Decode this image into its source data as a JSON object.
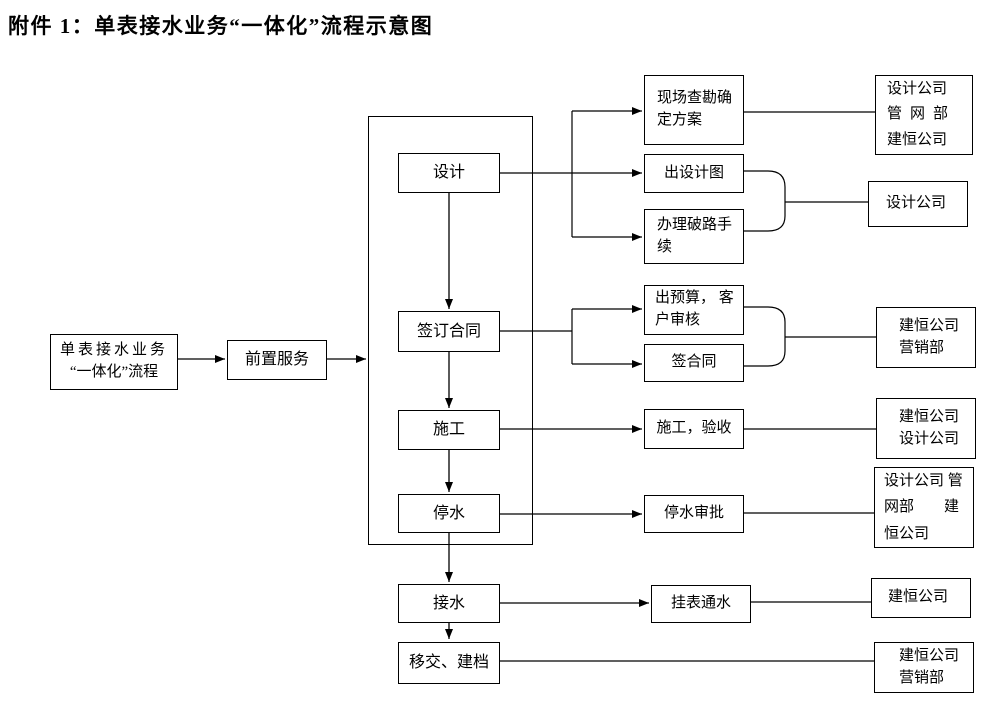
{
  "title": "附件 1：单表接水业务“一体化”流程示意图",
  "colors": {
    "line": "#000000",
    "background": "#ffffff",
    "text": "#000000"
  },
  "nodes": {
    "start": {
      "lines": [
        "单表接水业务",
        "“一体化”流程"
      ]
    },
    "pre_service": {
      "label": "前置服务"
    },
    "design": {
      "label": "设计"
    },
    "sign_contract_stage": {
      "label": "签订合同"
    },
    "construction_stage": {
      "label": "施工"
    },
    "water_stop_stage": {
      "label": "停水"
    },
    "water_connect_stage": {
      "label": "接水"
    },
    "handover": {
      "label": "移交、建档"
    },
    "site_survey": {
      "lines": [
        "现场查勘确",
        "定方案"
      ]
    },
    "design_drawing": {
      "label": "出设计图"
    },
    "road_break": {
      "lines": [
        "办理破路手",
        "续"
      ]
    },
    "budget": {
      "lines": [
        "出预算， 客",
        "户审核"
      ]
    },
    "sign_contract": {
      "label": "签合同"
    },
    "construction_accept": {
      "label": "施工，验收"
    },
    "stop_approval": {
      "label": "停水审批"
    },
    "meter_install": {
      "label": "挂表通水"
    },
    "org_design_pipe_jianheng": {
      "lines": [
        "设计公司",
        "管网部",
        "建恒公司"
      ]
    },
    "org_design": {
      "label": "设计公司"
    },
    "org_jianheng_marketing_1": {
      "lines": [
        "建恒公司",
        "营销部"
      ]
    },
    "org_jianheng_design": {
      "lines": [
        "建恒公司",
        "设计公司"
      ]
    },
    "org_design_pipe_jianheng_2": {
      "lines": [
        "设计公司 管",
        "网部　　建",
        "恒公司"
      ]
    },
    "org_jianheng": {
      "label": "建恒公司"
    },
    "org_jianheng_marketing_2": {
      "lines": [
        "建恒公司",
        "营销部"
      ]
    }
  }
}
